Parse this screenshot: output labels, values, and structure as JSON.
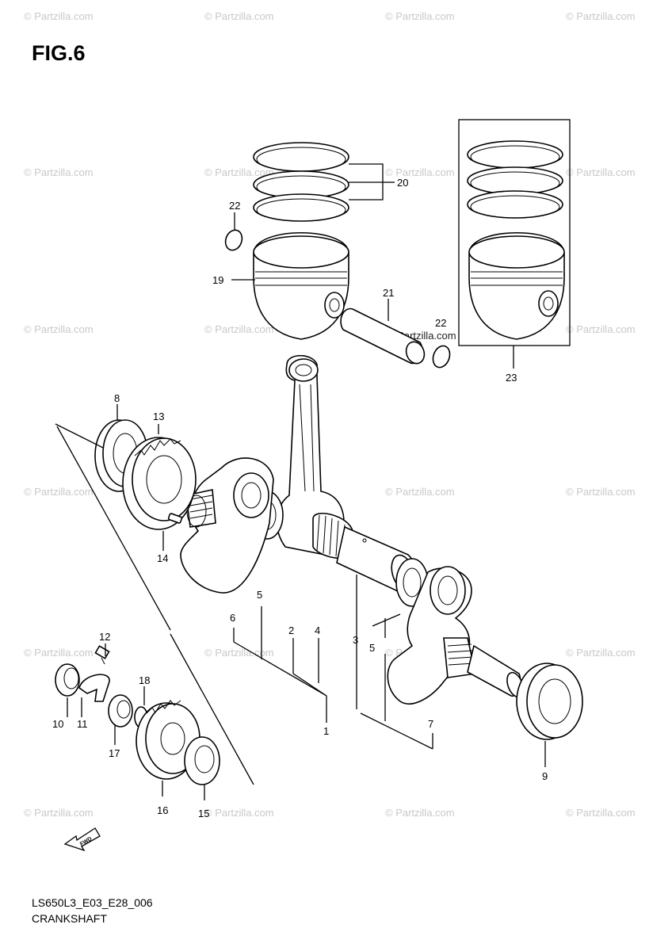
{
  "figure": {
    "title": "FIG.6",
    "code": "LS650L3_E03_E28_006",
    "caption": "CRANKSHAFT"
  },
  "watermark": "© Partzilla.com",
  "fwd_label": "FWD",
  "callouts": [
    "1",
    "2",
    "3",
    "4",
    "5",
    "5",
    "6",
    "7",
    "8",
    "9",
    "10",
    "11",
    "12",
    "13",
    "14",
    "15",
    "16",
    "17",
    "18",
    "19",
    "20",
    "21",
    "22",
    "22",
    "23"
  ]
}
